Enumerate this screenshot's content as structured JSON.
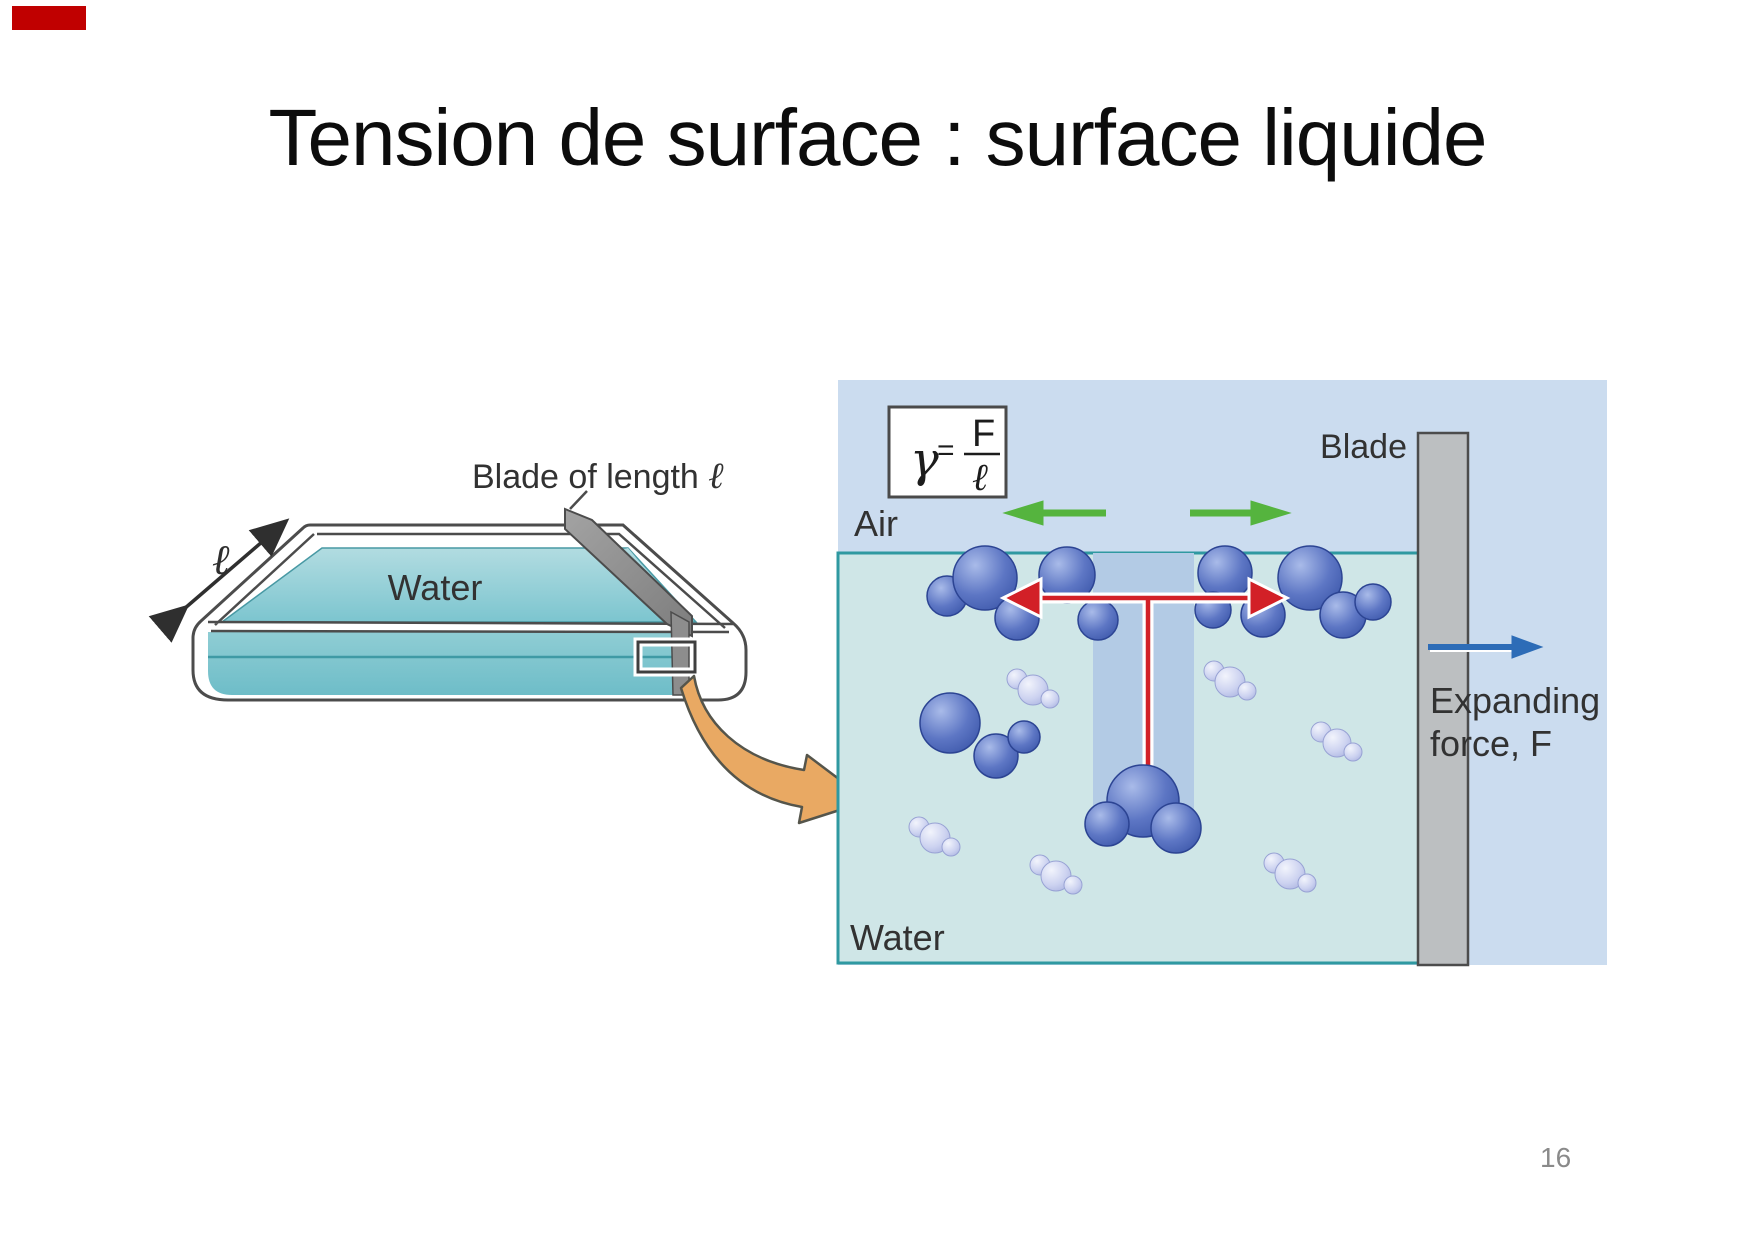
{
  "slide": {
    "title": "Tension de surface : surface liquide",
    "page_number": "16"
  },
  "left_diagram": {
    "blade_label": "Blade of length ",
    "blade_label_symbol": "ℓ",
    "length_symbol": "ℓ",
    "water_label": "Water"
  },
  "right_diagram": {
    "air_label": "Air",
    "blade_label": "Blade",
    "water_label": "Water",
    "expanding_line1": "Expanding",
    "expanding_line2": "force, F",
    "formula": {
      "lhs": "γ",
      "equals": "=",
      "numerator": "F",
      "denominator": "ℓ"
    }
  },
  "colors": {
    "title_ink": "#0c0c0c",
    "label_ink": "#323232",
    "outline_ink": "#4c4c4c",
    "red_marker": "#c00000",
    "page_number_gray": "#8a8a8a",
    "panel_blue": "#cbdcef",
    "water_cyan": "#cfe6e7",
    "teal_border": "#2f99a1",
    "column_blue": "#b3cbe5",
    "blade_gray": "#bcbfc1",
    "green_arrow": "#55b43e",
    "red_arrow": "#d22027",
    "blue_arrow": "#2d6cb7",
    "orange_arrow": "#e9a963",
    "molecule_navy": "#4059ab",
    "molecule_lavender": "#c7cdee",
    "tray_water_teal": "#7cc5cf"
  }
}
